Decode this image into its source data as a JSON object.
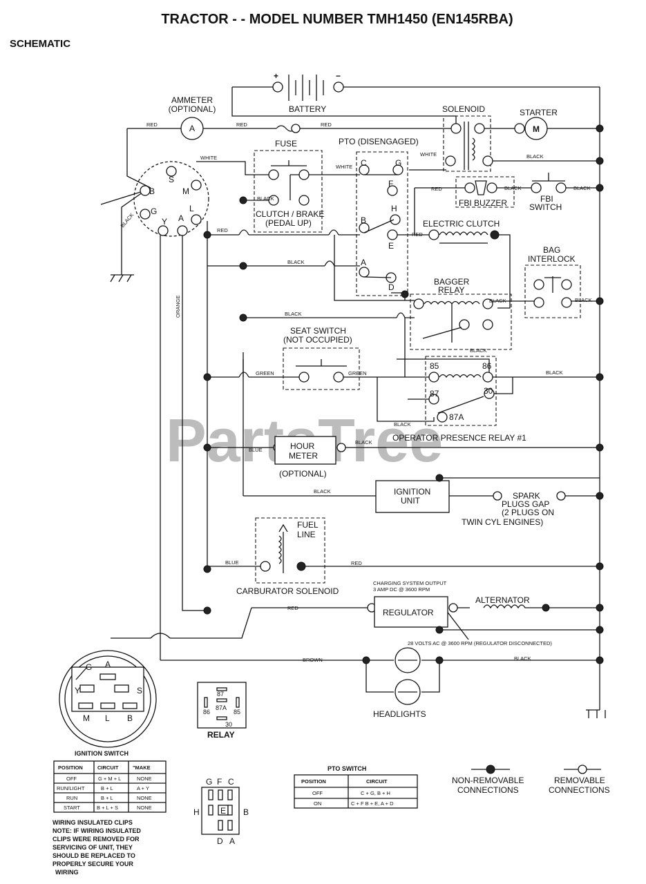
{
  "title": "TRACTOR - - MODEL NUMBER TMH1450 (EN145RBA)",
  "subtitle": "SCHEMATIC",
  "watermark": "PartsTree",
  "components": {
    "battery": "BATTERY",
    "battery_plus": "+",
    "battery_minus": "−",
    "ammeter": "AMMETER",
    "ammeter_opt": "(OPTIONAL)",
    "ammeter_letter": "A",
    "solenoid": "SOLENOID",
    "starter": "STARTER",
    "starter_letter": "M",
    "fuse": "FUSE",
    "pto": "PTO (DISENGAGED)",
    "clutch_brake_1": "CLUTCH / BRAKE",
    "clutch_brake_2": "(PEDAL UP)",
    "fbi_buzzer": "FBI BUZZER",
    "fbi_switch_1": "FBI",
    "fbi_switch_2": "SWITCH",
    "electric_clutch": "ELECTRIC CLUTCH",
    "bag_interlock_1": "BAG",
    "bag_interlock_2": "INTERLOCK",
    "bagger_relay_1": "BAGGER",
    "bagger_relay_2": "RELAY",
    "seat_switch_1": "SEAT SWITCH",
    "seat_switch_2": "(NOT OCCUPIED)",
    "operator_relay": "OPERATOR PRESENCE RELAY #1",
    "hour_meter_1": "HOUR",
    "hour_meter_2": "METER",
    "hour_meter_opt": "(OPTIONAL)",
    "ignition_unit_1": "IGNITION",
    "ignition_unit_2": "UNIT",
    "spark_1": "SPARK",
    "spark_2": "PLUGS GAP",
    "spark_3": "(2 PLUGS ON",
    "spark_4": "TWIN CYL  ENGINES)",
    "fuel_line_1": "FUEL",
    "fuel_line_2": "LINE",
    "carb_solenoid": "CARBURATOR SOLENOID",
    "charging_1": "CHARGING SYSTEM OUTPUT",
    "charging_2": "3 AMP DC @ 3600 RPM",
    "regulator": "REGULATOR",
    "alternator": "ALTERNATOR",
    "volts_note": "28 VOLTS AC @ 3600 RPM (REGULATOR DISCONNECTED)",
    "headlights": "HEADLIGHTS",
    "relay": "RELAY"
  },
  "pto_terminals": [
    "C",
    "G",
    "F",
    "H",
    "B",
    "E",
    "A",
    "D"
  ],
  "ign_terminals": [
    "S",
    "M",
    "B",
    "G",
    "Y",
    "A",
    "L"
  ],
  "relay_pins": [
    "85",
    "86",
    "87",
    "30",
    "87A"
  ],
  "wire_labels": {
    "red": "RED",
    "white": "WHITE",
    "black": "BLACK",
    "orange": "ORANGE",
    "green": "GREEN",
    "blue": "BLUE",
    "brown": "BROWN"
  },
  "ign_face": [
    "G",
    "A",
    "Y",
    "S",
    "M",
    "L",
    "B"
  ],
  "relay_face": [
    "87",
    "87A",
    "86",
    "85",
    "30"
  ],
  "ignition_table": {
    "title": "IGNITION SWITCH",
    "headers": [
      "POSITION",
      "CIRCUIT",
      "\"MAKE"
    ],
    "rows": [
      [
        "OFF",
        "G + M + L",
        "NONE"
      ],
      [
        "RUN/LIGHT",
        "B + L",
        "A + Y"
      ],
      [
        "RUN",
        "B + L",
        "NONE"
      ],
      [
        "START",
        "B + L + S",
        "NONE"
      ]
    ]
  },
  "pto_table": {
    "title": "PTO SWITCH",
    "headers": [
      "POSITION",
      "CIRCUIT"
    ],
    "rows": [
      [
        "OFF",
        "C + G, B + H"
      ],
      [
        "ON",
        "C + F  B + E, A + D"
      ]
    ]
  },
  "pto_face": [
    "G",
    "F",
    "C",
    "H",
    "E",
    "B",
    "D",
    "A"
  ],
  "wiring_note": [
    "WIRING INSULATED CLIPS",
    "NOTE: IF WIRING INSULATED",
    "CLIPS WERE REMOVED FOR",
    "SERVICING OF UNIT, THEY",
    "SHOULD BE REPLACED TO",
    "PROPERLY SECURE YOUR",
    "WIRING"
  ],
  "legend": {
    "non_removable_1": "NON-REMOVABLE",
    "non_removable_2": "CONNECTIONS",
    "removable_1": "REMOVABLE",
    "removable_2": "CONNECTIONS"
  }
}
